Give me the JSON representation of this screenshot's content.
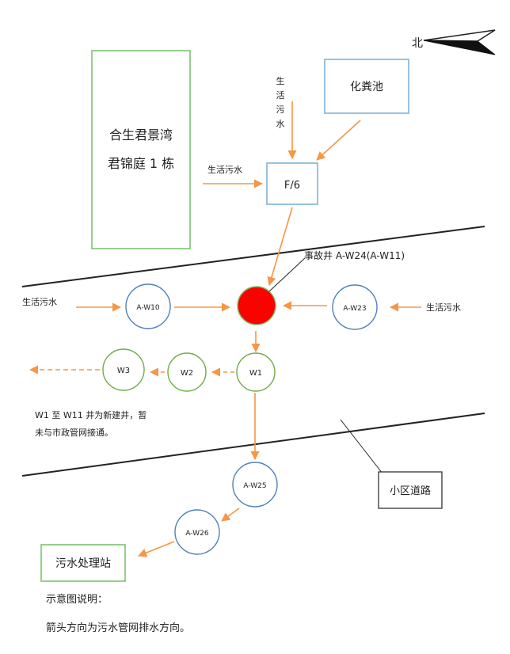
{
  "compass": {
    "label": "北"
  },
  "building": {
    "line1": "合生君景湾",
    "line2": "君锦庭 1 栋"
  },
  "septic_tank": {
    "label": "化粪池"
  },
  "node_f6": {
    "label": "F/6"
  },
  "inflows": {
    "vertical": [
      "生",
      "活",
      "污",
      "水"
    ],
    "to_f6": "生活污水",
    "left": "生活污水",
    "right": "生活污水"
  },
  "accident_well": {
    "label": "事故井 A-W24(A-W11)",
    "color": "#ff0000"
  },
  "wells": {
    "a_w10": "A-W10",
    "a_w23": "A-W23",
    "w1": "W1",
    "w2": "W2",
    "w3": "W3",
    "a_w25": "A-W25",
    "a_w26": "A-W26"
  },
  "note_new_wells": {
    "line1": "W1 至 W11 井为新建井，暂",
    "line2": "未与市政管网接通。"
  },
  "road": {
    "label": "小区道路"
  },
  "treatment_station": {
    "label": "污水处理站"
  },
  "legend": {
    "title": "示意图说明：",
    "text": "箭头方向为污水管网排水方向。"
  },
  "colors": {
    "arrow": "#f79646",
    "blue_circle": "#4f81bd",
    "green_circle": "#70ad47",
    "blue_box": "#7fb2d6",
    "green_box": "#7cc36e",
    "road_line": "#222222"
  }
}
